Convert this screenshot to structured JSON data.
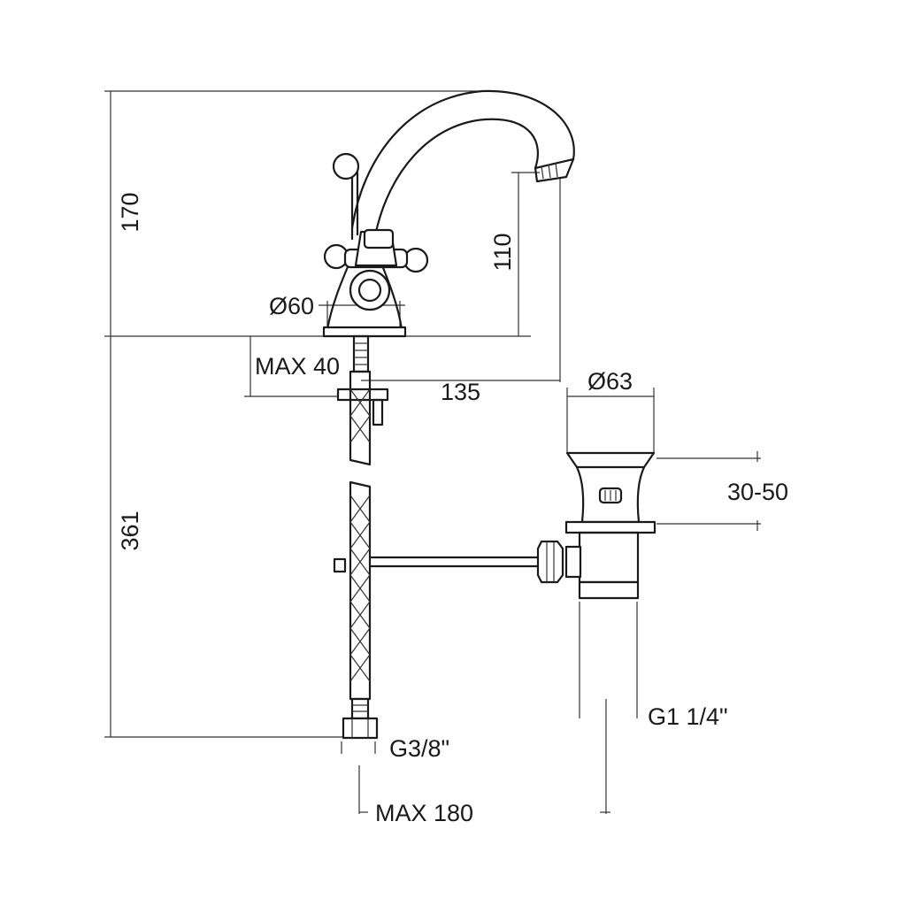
{
  "dimensions": {
    "spout_height": "170",
    "outlet_height": "110",
    "base_diameter": "Ø60",
    "max_deck_thickness": "MAX 40",
    "spout_reach": "135",
    "waste_diameter": "Ø63",
    "waste_range": "30-50",
    "total_height": "361",
    "waste_thread": "G1 1/4\"",
    "inlet_thread": "G3/8\"",
    "max_pop_up_distance": "MAX 180"
  },
  "colors": {
    "line": "#1a1a1a",
    "background": "#ffffff"
  }
}
